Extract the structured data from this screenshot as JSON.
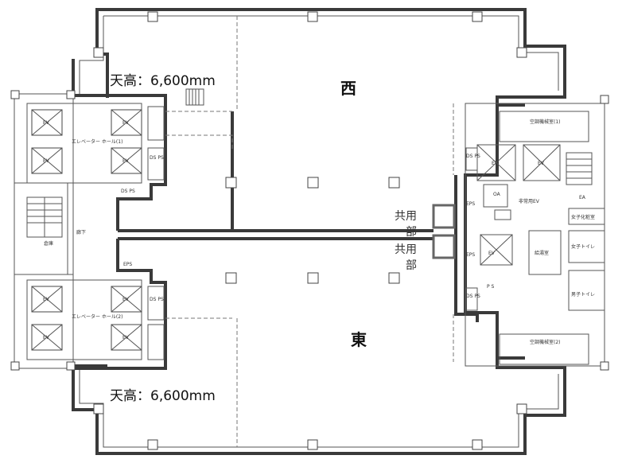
{
  "zones": {
    "west_label": "西",
    "east_label": "東"
  },
  "ceiling": {
    "north_text": "天高：6,600mm",
    "south_text": "天高：6,600mm"
  },
  "shared_area": {
    "upper_line1": "共用",
    "upper_line2": "部",
    "lower_line1": "共用",
    "lower_line2": "部"
  },
  "rooms": {
    "elevator_hall_1": "エレベーター ホール(1)",
    "elevator_hall_2": "エレベーター ホール(2)",
    "ev": "EV",
    "ds_ps": "DS PS",
    "eps": "EPS",
    "ea": "EA",
    "oa": "OA",
    "ps": "P S",
    "storage": "倉庫",
    "machine_room_1": "空調機械室(1)",
    "machine_room_2": "空調機械室(2)",
    "emergency_ev": "非常用EV",
    "women_changing": "女子化粧室",
    "women_toilet": "女子トイレ",
    "men_toilet": "男子トイレ",
    "office": "給湯室",
    "passage": "廊下"
  }
}
